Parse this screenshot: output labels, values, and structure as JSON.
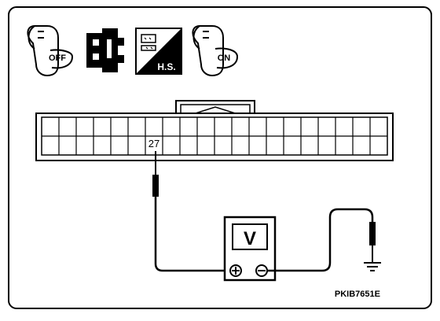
{
  "icons": [
    {
      "name": "ignition-key-off-icon",
      "label": "OFF"
    },
    {
      "name": "disconnect-connector-icon",
      "label": ""
    },
    {
      "name": "harness-side-icon",
      "label": "H.S."
    },
    {
      "name": "ignition-key-on-icon",
      "label": "ON"
    }
  ],
  "connector": {
    "pin_label": "27"
  },
  "meter": {
    "symbol": "V",
    "positive": "⊕",
    "negative": "⊖"
  },
  "figure_code": "PKIB7651E"
}
